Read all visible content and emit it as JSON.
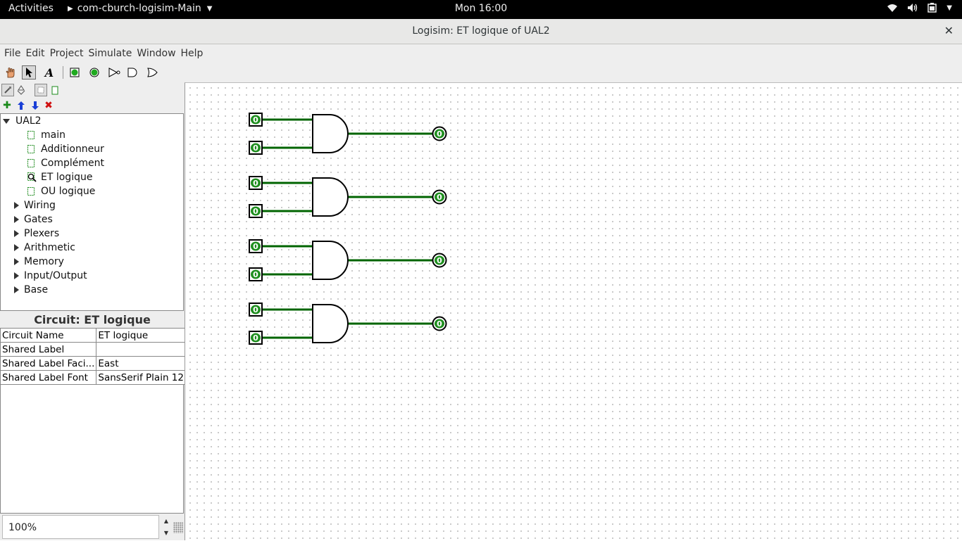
{
  "topbar": {
    "activities": "Activities",
    "app_name": "com-cburch-logisim-Main",
    "clock": "Mon 16:00"
  },
  "window": {
    "title": "Logisim: ET logique of UAL2",
    "close_glyph": "✕"
  },
  "menubar": [
    "File",
    "Edit",
    "Project",
    "Simulate",
    "Window",
    "Help"
  ],
  "toolbar": {
    "tools": [
      "poke-tool-icon",
      "select-tool-icon",
      "text-tool-icon",
      "input-pin-icon",
      "output-pin-icon",
      "not-gate-icon",
      "and-gate-icon",
      "or-gate-icon"
    ],
    "selected": "select-tool-icon"
  },
  "explorer": {
    "project": "UAL2",
    "circuits": [
      "main",
      "Additionneur",
      "Complément",
      "ET logique",
      "OU logique"
    ],
    "active_circuit": "ET logique",
    "libraries": [
      "Wiring",
      "Gates",
      "Plexers",
      "Arithmetic",
      "Memory",
      "Input/Output",
      "Base"
    ]
  },
  "attributes": {
    "title": "Circuit: ET logique",
    "rows": [
      {
        "key": "Circuit Name",
        "value": "ET logique"
      },
      {
        "key": "Shared Label",
        "value": ""
      },
      {
        "key": "Shared Label Faci...",
        "value": "East"
      },
      {
        "key": "Shared Label Font",
        "value": "SansSerif Plain 12"
      }
    ]
  },
  "zoom": "100%",
  "circuit": {
    "gate_count": 4,
    "pin_value": "0",
    "output_value": "0",
    "wire_color": "#006400"
  }
}
